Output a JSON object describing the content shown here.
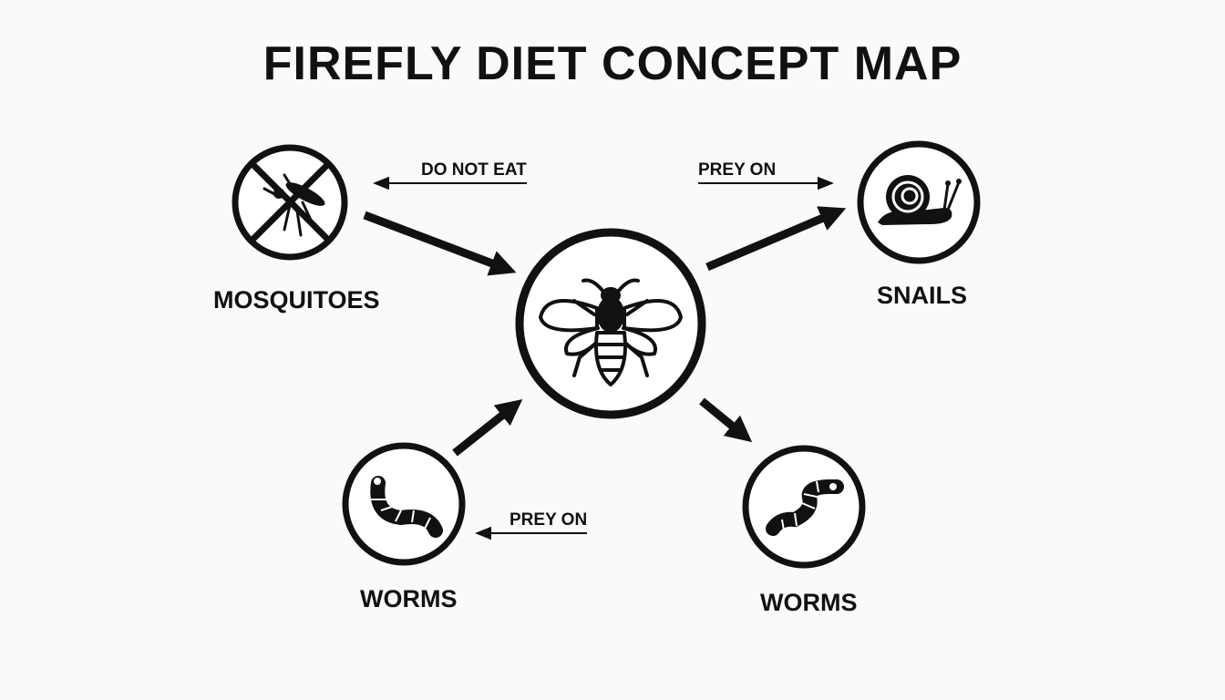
{
  "title": "FIREFLY DIET CONCEPT MAP",
  "center": {
    "icon": "firefly-icon"
  },
  "nodes": {
    "mosquitoes": {
      "label": "MOSQUITOES",
      "icon": "crossed-out-mosquito-icon"
    },
    "snails": {
      "label": "SNAILS",
      "icon": "snail-icon"
    },
    "worms_left": {
      "label": "WORMS",
      "icon": "worm-icon"
    },
    "worms_right": {
      "label": "WORMS",
      "icon": "worm-icon"
    }
  },
  "edges": {
    "mosquitoes": {
      "label": "DO NOT EAT"
    },
    "snails": {
      "label": "PREY ON"
    },
    "worms_left": {
      "label": "PREY ON"
    }
  },
  "colors": {
    "ink": "#111111",
    "background": "#fafafa"
  }
}
